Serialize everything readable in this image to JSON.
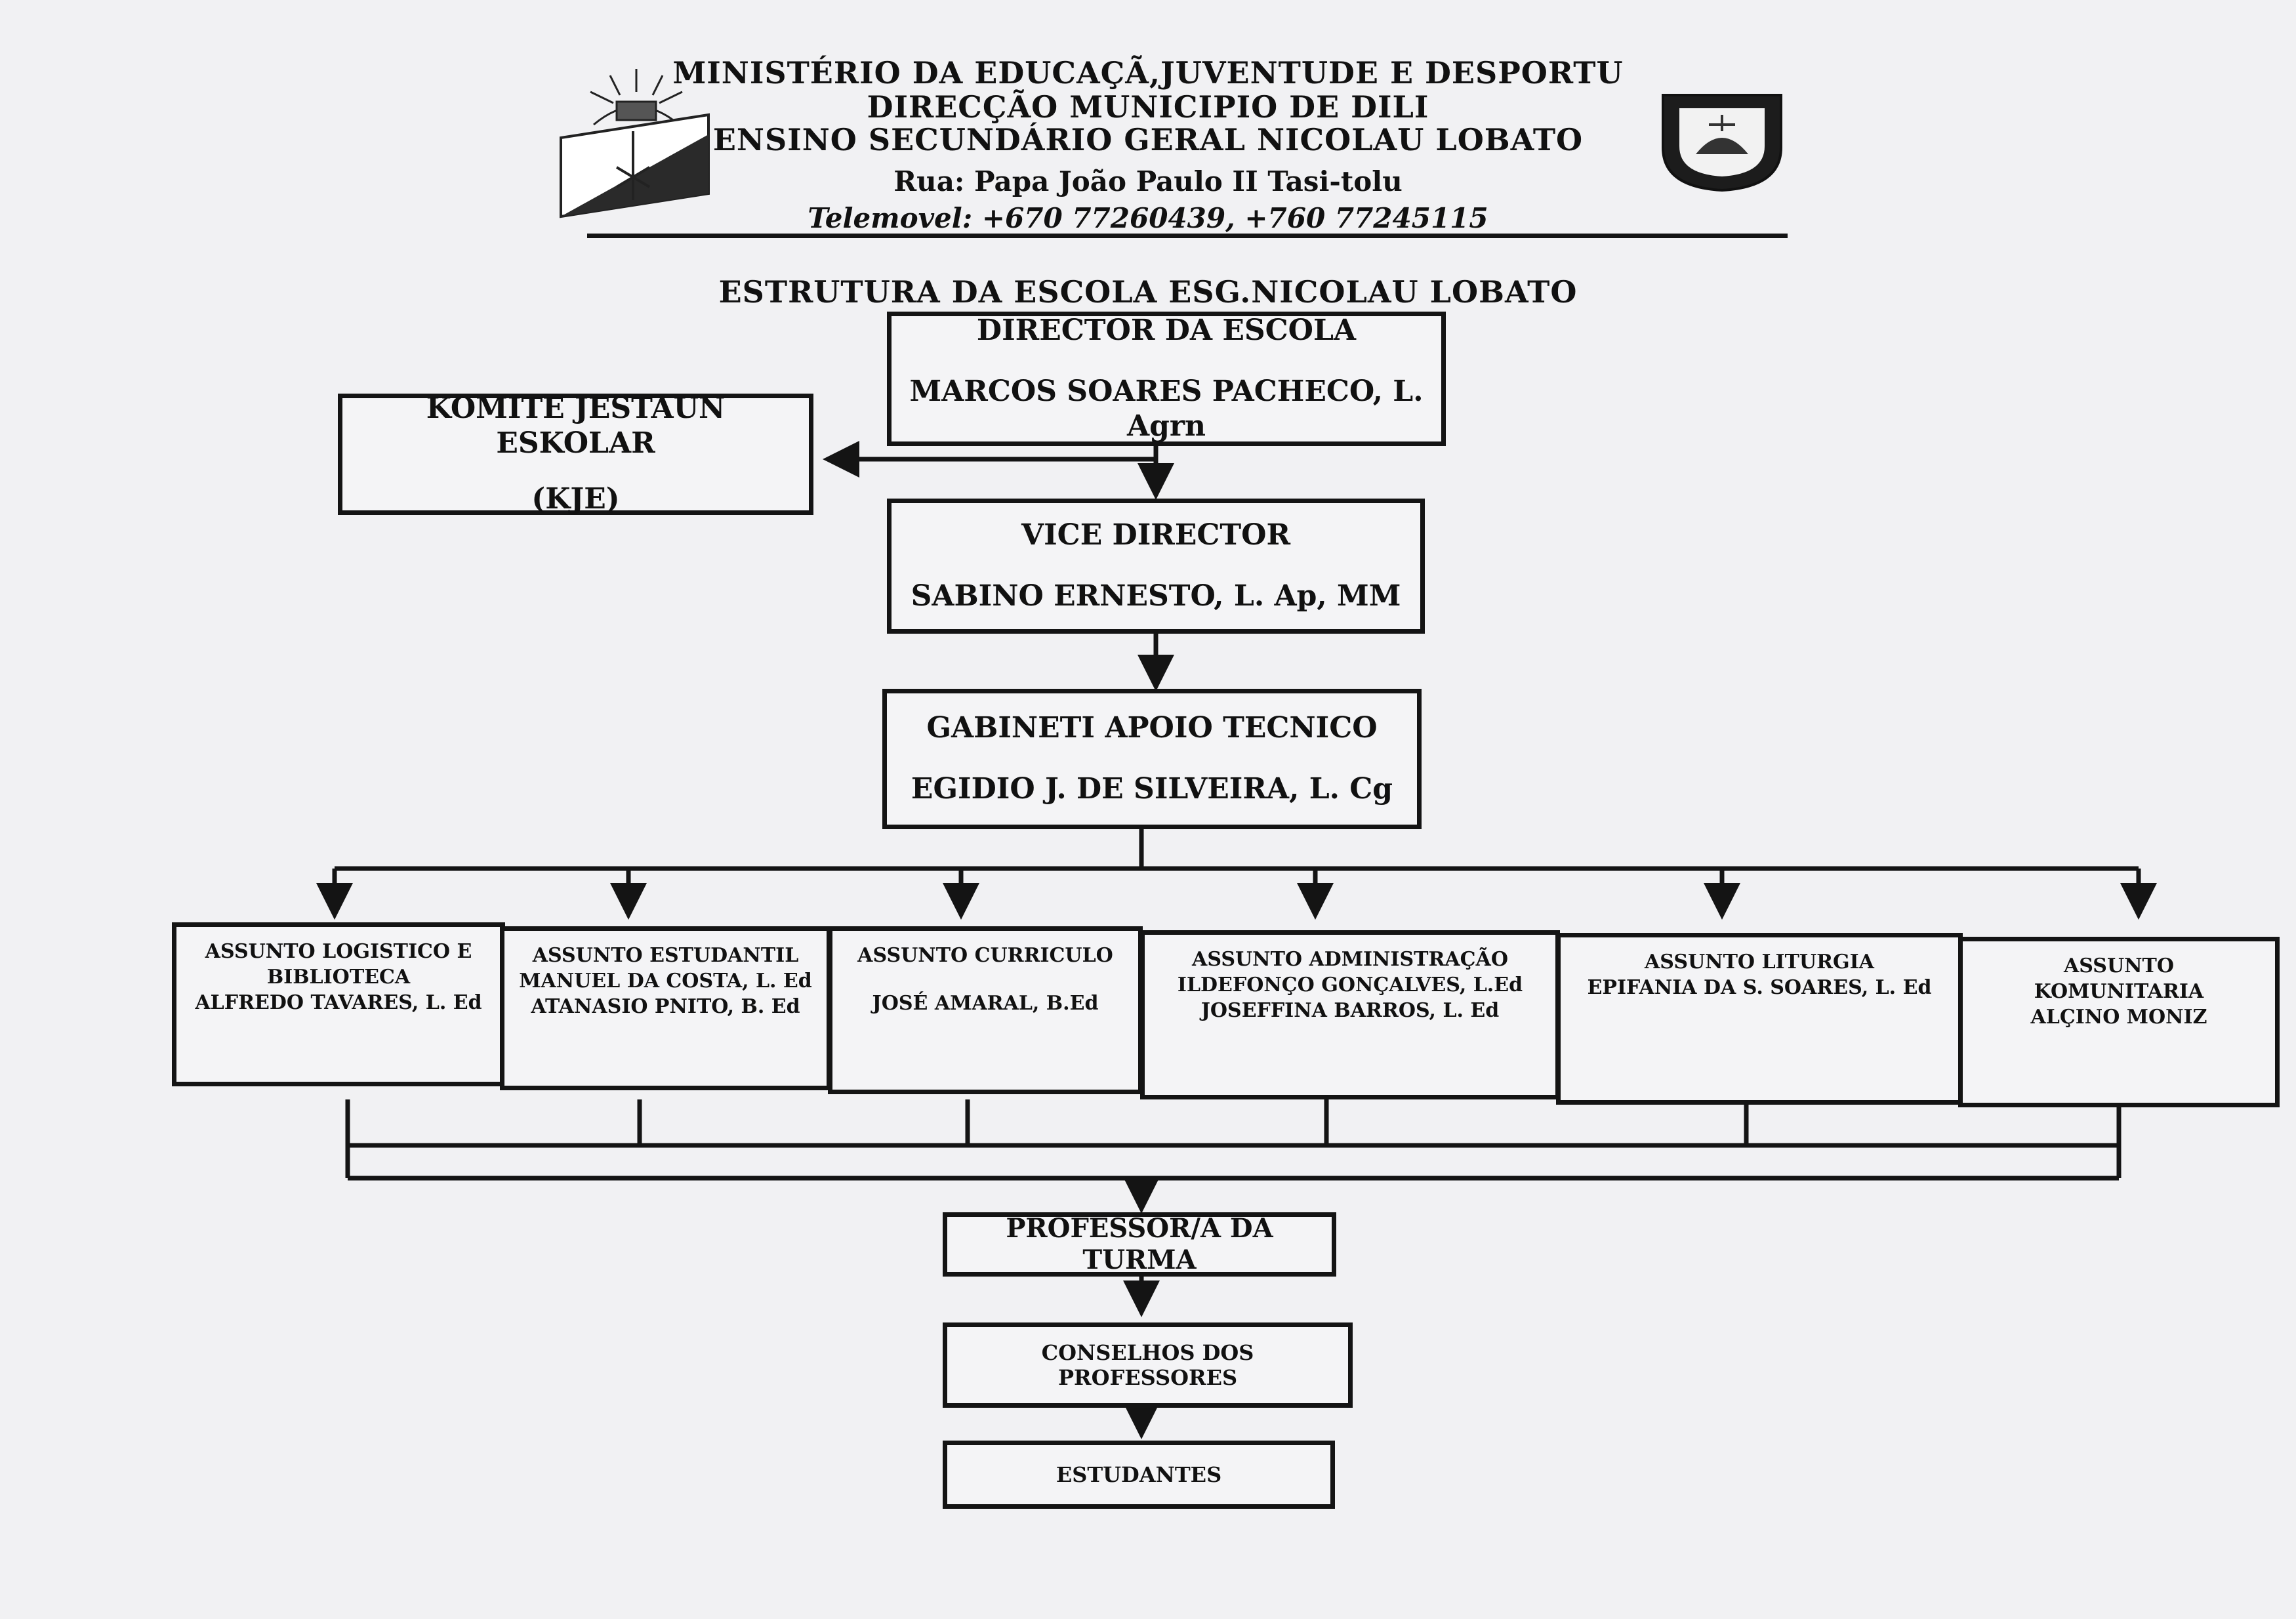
{
  "header": {
    "ministry": "MINISTÉRIO DA EDUCAÇÃ,JUVENTUDE E DESPORTU",
    "directorate": "DIRECÇÃO MUNICIPIO DE DILI",
    "school": "ENSINO SECUNDÁRIO GERAL NICOLAU LOBATO",
    "address": "Rua: Papa João Paulo II Tasi-tolu",
    "phone": "Telemovel: +670 77260439, +760 77245115",
    "left_logo": "school-flag-emblem",
    "right_logo": "school-shield-emblem"
  },
  "title": "ESTRUTURA DA ESCOLA ESG.NICOLAU LOBATO",
  "director": {
    "role": "DIRECTOR DA ESCOLA",
    "name": "MARCOS SOARES PACHECO, L. Agrn"
  },
  "committee": {
    "role": "KOMITE JESTAUN ESKOLAR",
    "abbr": "(KJE)"
  },
  "vice_director": {
    "role": "VICE DIRECTOR",
    "name": "SABINO ERNESTO, L. Ap, MM"
  },
  "technical_office": {
    "role": "GABINETI APOIO TECNICO",
    "name": "EGIDIO J. DE SILVEIRA, L. Cg"
  },
  "departments": [
    {
      "lines": [
        "ASSUNTO LOGISTICO E",
        "BIBLIOTECA",
        "ALFREDO TAVARES, L. Ed"
      ]
    },
    {
      "lines": [
        "ASSUNTO ESTUDANTIL",
        "MANUEL DA COSTA, L. Ed",
        "ATANASIO PNITO, B. Ed"
      ]
    },
    {
      "lines": [
        "ASSUNTO CURRICULO",
        "",
        "JOSÉ AMARAL, B.Ed"
      ]
    },
    {
      "lines": [
        "ASSUNTO ADMINISTRAÇÃO",
        "ILDEFONÇO GONÇALVES, L.Ed",
        "JOSEFFINA BARROS, L. Ed"
      ]
    },
    {
      "lines": [
        "ASSUNTO LITURGIA",
        "EPIFANIA DA S. SOARES, L. Ed"
      ]
    },
    {
      "lines": [
        "ASSUNTO",
        "KOMUNITARIA",
        "ALÇINO MONIZ"
      ]
    }
  ],
  "class_teacher": "PROFESSOR/A DA TURMA",
  "teachers_council": [
    "CONSELHOS DOS",
    "PROFESSORES"
  ],
  "students": "ESTUDANTES",
  "colors": {
    "ink": "#141414",
    "paper": "#f1f1f3"
  }
}
